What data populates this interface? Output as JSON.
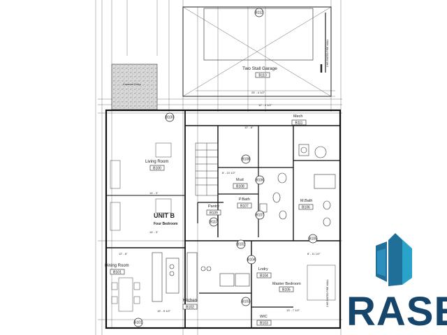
{
  "plan": {
    "unit_title": "UNIT B",
    "unit_subtitle": "Four Bedroom",
    "garage_rating_label": "2 HR RATED FIRE WALL",
    "bedroom_rating_label": "2 HR RATED FIRE WALL",
    "entry_label": "Covered Entry",
    "rooms": [
      {
        "key": "garage",
        "name": "Two Stall Garage",
        "tag": "B110"
      },
      {
        "key": "mech",
        "name": "Mech",
        "tag": "B111"
      },
      {
        "key": "living",
        "name": "Living Room",
        "tag": "B100"
      },
      {
        "key": "mud",
        "name": "Mud",
        "tag": "B108"
      },
      {
        "key": "pbath",
        "name": "P.Bath",
        "tag": "B107"
      },
      {
        "key": "mbath",
        "name": "M.Bath",
        "tag": "B106"
      },
      {
        "key": "pantry",
        "name": "Pantry",
        "tag": "B109"
      },
      {
        "key": "dining",
        "name": "Dining Room",
        "tag": "B101"
      },
      {
        "key": "kitchen",
        "name": "Kitchen",
        "tag": "B102"
      },
      {
        "key": "laundry",
        "name": "Lndry",
        "tag": "B104"
      },
      {
        "key": "master",
        "name": "Master Bedroom",
        "tag": "B105"
      },
      {
        "key": "wic",
        "name": "WIC",
        "tag": "B103"
      }
    ],
    "door_tags": [
      "B112",
      "B100",
      "B108",
      "B106",
      "B107",
      "B110",
      "B102",
      "B103",
      "B105",
      "B101",
      "B104"
    ],
    "dimensions": [
      "25' - 4 1/2\"",
      "12' - 4 1/2\"",
      "12' - 8\"",
      "14' - 3\"",
      "14' - 3\"",
      "12' - 8\"",
      "13' - 7 1/2\"",
      "8' - 10 1/2\"",
      "19' - 5 1/2\"",
      "8' - 11 1/2\""
    ]
  },
  "logo": {
    "text": "RASE",
    "colors": {
      "dark": "#16456b",
      "light": "#29a3c9",
      "mid": "#1f6f99"
    }
  }
}
